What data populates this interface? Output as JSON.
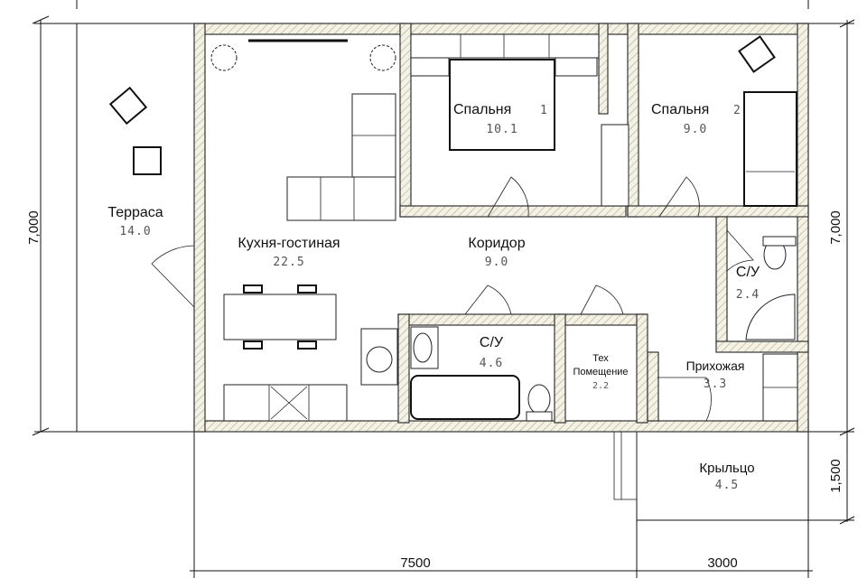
{
  "rooms": {
    "terrace": {
      "name": "Терраса",
      "area": "14.0"
    },
    "kitchen": {
      "name": "Кухня-гостиная",
      "area": "22.5"
    },
    "bedroom1": {
      "name": "Спальня",
      "num": "1",
      "area": "10.1"
    },
    "bedroom2": {
      "name": "Спальня",
      "num": "2",
      "area": "9.0"
    },
    "corridor": {
      "name": "Коридор",
      "area": "9.0"
    },
    "wc1": {
      "name": "С/У",
      "area": "4.6"
    },
    "wc2": {
      "name": "С/У",
      "area": "2.4"
    },
    "tech": {
      "name_line1": "Тех",
      "name_line2": "Помещение",
      "area": "2.2"
    },
    "hall": {
      "name": "Прихожая",
      "area": "3.3"
    },
    "porch": {
      "name": "Крыльцо",
      "area": "4.5"
    }
  },
  "dimensions": {
    "left_height": "7,000",
    "right_height": "7,000",
    "porch_height": "1,500",
    "bottom_main": "7500",
    "bottom_side": "3000"
  }
}
